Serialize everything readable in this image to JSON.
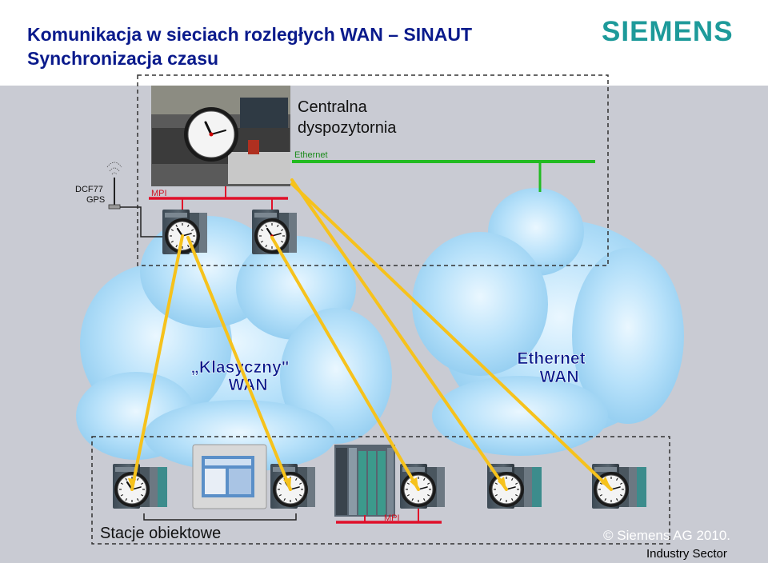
{
  "header": {
    "title_line1": "Komunikacja w sieciach rozległych WAN – SINAUT",
    "title_line2": "Synchronizacja czasu",
    "logo": "SIEMENS"
  },
  "diagram": {
    "control_room_label_line1": "Centralna",
    "control_room_label_line2": "dyspozytornia",
    "ethernet_label": "Ethernet",
    "mpi_top_label": "MPI",
    "antenna_label_line1": "DCF77",
    "antenna_label_line2": "GPS",
    "classic_wan_line1": "„Klasyczny\"",
    "classic_wan_line2": "WAN",
    "ethernet_wan_line1": "Ethernet",
    "ethernet_wan_line2": "WAN",
    "stations_label": "Stacje obiektowe",
    "mpi_bottom_label": "MPI"
  },
  "footer": {
    "copyright": "© Siemens AG 2010.",
    "sector": "Industry Sector"
  },
  "colors": {
    "title": "#0a1a8c",
    "logo": "#1d9a9a",
    "cloud": "#a8d8f5",
    "sync_line": "#f6c21c",
    "ethernet_line": "#22bb22",
    "mpi_line": "#e0102a"
  },
  "icons": [
    "antenna-icon",
    "clock-icon",
    "plc-icon",
    "hmi-panel-icon",
    "rack-icon"
  ]
}
